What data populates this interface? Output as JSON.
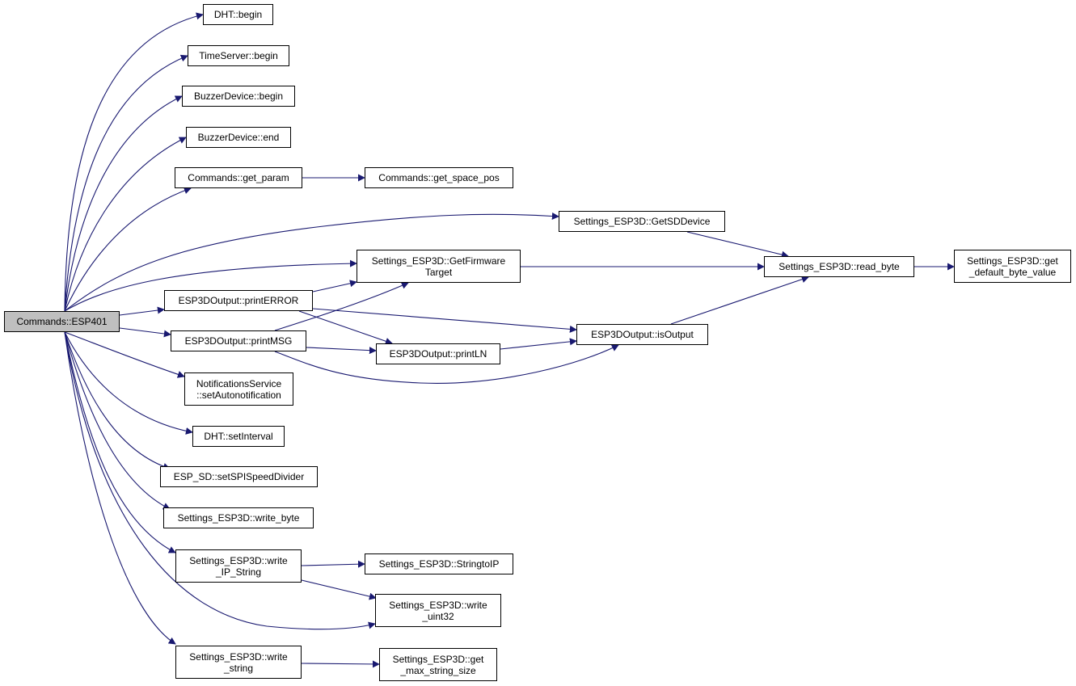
{
  "colors": {
    "edge": "#191970",
    "root_fill": "#bfbfbf",
    "node_fill": "#ffffff",
    "node_border": "#000000"
  },
  "nodes": {
    "esp401": {
      "lines": [
        "Commands::ESP401"
      ]
    },
    "dht_begin": {
      "lines": [
        "DHT::begin"
      ]
    },
    "timeserver_begin": {
      "lines": [
        "TimeServer::begin"
      ]
    },
    "buzzer_begin": {
      "lines": [
        "BuzzerDevice::begin"
      ]
    },
    "buzzer_end": {
      "lines": [
        "BuzzerDevice::end"
      ]
    },
    "get_param": {
      "lines": [
        "Commands::get_param"
      ]
    },
    "get_space_pos": {
      "lines": [
        "Commands::get_space_pos"
      ]
    },
    "getsddevice": {
      "lines": [
        "Settings_ESP3D::GetSDDevice"
      ]
    },
    "getfirmware": {
      "lines": [
        "Settings_ESP3D::GetFirmware",
        "Target"
      ]
    },
    "read_byte": {
      "lines": [
        "Settings_ESP3D::read_byte"
      ]
    },
    "get_default_byte": {
      "lines": [
        "Settings_ESP3D::get",
        "_default_byte_value"
      ]
    },
    "printerror": {
      "lines": [
        "ESP3DOutput::printERROR"
      ]
    },
    "isoutput": {
      "lines": [
        "ESP3DOutput::isOutput"
      ]
    },
    "printmsg": {
      "lines": [
        "ESP3DOutput::printMSG"
      ]
    },
    "println": {
      "lines": [
        "ESP3DOutput::printLN"
      ]
    },
    "notif": {
      "lines": [
        "NotificationsService",
        "::setAutonotification"
      ]
    },
    "dht_interval": {
      "lines": [
        "DHT::setInterval"
      ]
    },
    "sd_spi": {
      "lines": [
        "ESP_SD::setSPISpeedDivider"
      ]
    },
    "write_byte": {
      "lines": [
        "Settings_ESP3D::write_byte"
      ]
    },
    "write_ip": {
      "lines": [
        "Settings_ESP3D::write",
        "_IP_String"
      ]
    },
    "stringtoip": {
      "lines": [
        "Settings_ESP3D::StringtoIP"
      ]
    },
    "write_uint32": {
      "lines": [
        "Settings_ESP3D::write",
        "_uint32"
      ]
    },
    "write_string": {
      "lines": [
        "Settings_ESP3D::write",
        "_string"
      ]
    },
    "get_max_string": {
      "lines": [
        "Settings_ESP3D::get",
        "_max_string_size"
      ]
    }
  },
  "edges": [
    [
      "esp401",
      "dht_begin"
    ],
    [
      "esp401",
      "timeserver_begin"
    ],
    [
      "esp401",
      "buzzer_begin"
    ],
    [
      "esp401",
      "buzzer_end"
    ],
    [
      "esp401",
      "get_param"
    ],
    [
      "esp401",
      "getsddevice"
    ],
    [
      "esp401",
      "getfirmware"
    ],
    [
      "esp401",
      "printerror"
    ],
    [
      "esp401",
      "printmsg"
    ],
    [
      "esp401",
      "notif"
    ],
    [
      "esp401",
      "dht_interval"
    ],
    [
      "esp401",
      "sd_spi"
    ],
    [
      "esp401",
      "write_byte"
    ],
    [
      "esp401",
      "write_ip"
    ],
    [
      "esp401",
      "write_uint32"
    ],
    [
      "esp401",
      "write_string"
    ],
    [
      "get_param",
      "get_space_pos"
    ],
    [
      "getsddevice",
      "read_byte"
    ],
    [
      "getfirmware",
      "read_byte"
    ],
    [
      "read_byte",
      "get_default_byte"
    ],
    [
      "printerror",
      "getfirmware"
    ],
    [
      "printerror",
      "isoutput"
    ],
    [
      "printerror",
      "println"
    ],
    [
      "printmsg",
      "getfirmware"
    ],
    [
      "printmsg",
      "println"
    ],
    [
      "printmsg",
      "isoutput"
    ],
    [
      "println",
      "isoutput"
    ],
    [
      "isoutput",
      "read_byte"
    ],
    [
      "write_ip",
      "stringtoip"
    ],
    [
      "write_ip",
      "write_uint32"
    ],
    [
      "write_string",
      "get_max_string"
    ]
  ]
}
